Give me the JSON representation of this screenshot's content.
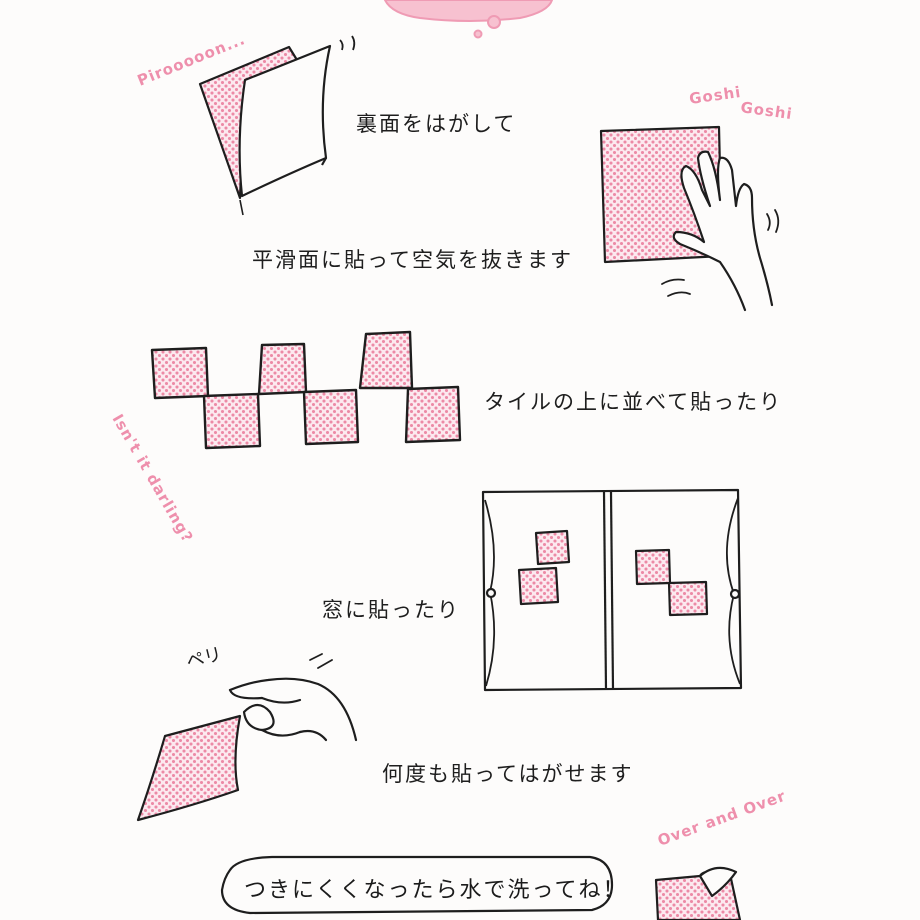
{
  "captions": {
    "peel": "裏面をはがして",
    "stick": "平滑面に貼って空気を抜きます",
    "tiles": "タイルの上に並べて貼ったり",
    "window": "窓に貼ったり",
    "repeat": "何度も貼ってはがせます"
  },
  "sound_effects": {
    "peel": "Pirooooon...",
    "rub_1": "Goshi",
    "rub_2": "Goshi",
    "cute": "Isn't it darling?",
    "over": "Over and Over",
    "pop": "ペリ"
  },
  "speech_bubble": "つきにくくなったら水で洗ってね！",
  "colors": {
    "dot_pink": "#ec8aa6",
    "pink_fill": "#fce9ef",
    "ink": "#1e1e1e",
    "sfx_pink": "#ee8fac",
    "paper": "#fdfcfb"
  }
}
